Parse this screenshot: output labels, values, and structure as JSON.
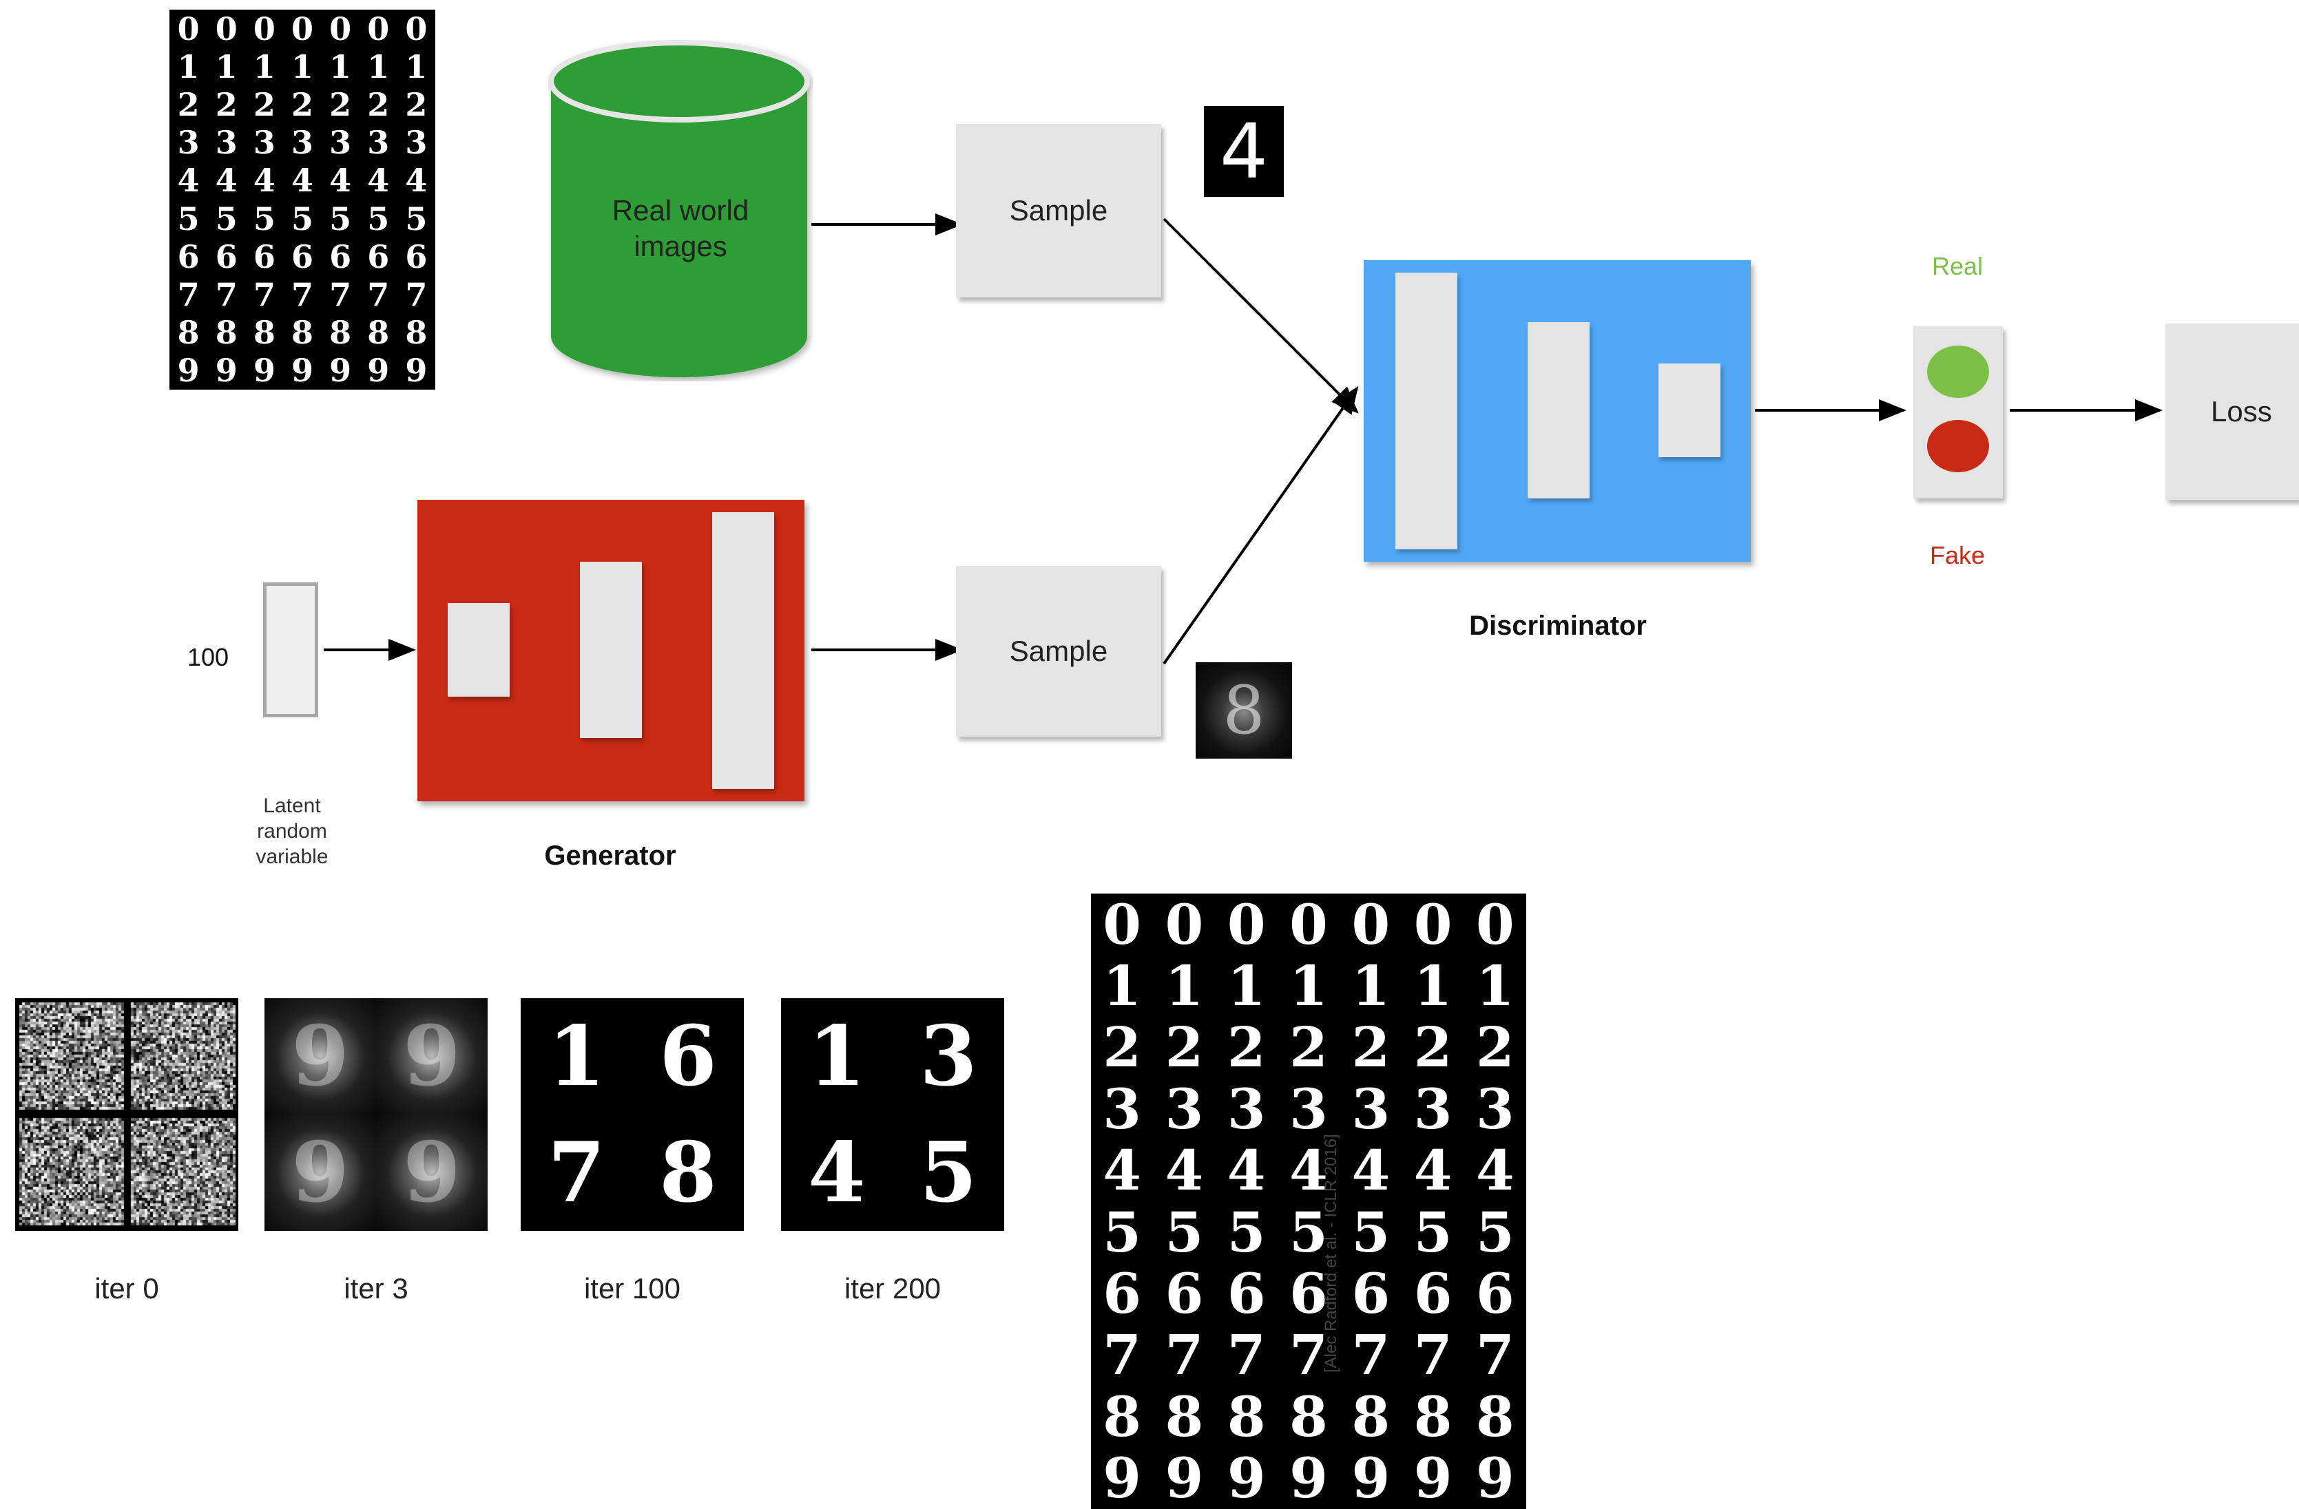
{
  "colors": {
    "database": "#2e9d36",
    "generator": "#c92a13",
    "discriminator": "#4fa7f6",
    "box": "#e4e4e4",
    "real": "#7cc146",
    "fake": "#c92a13"
  },
  "database_label": "Real world images",
  "sample_top_label": "Sample",
  "sample_bottom_label": "Sample",
  "latent_dim": "100",
  "latent_caption": "Latent random variable",
  "generator_title": "Generator",
  "discriminator_title": "Discriminator",
  "real_label": "Real",
  "fake_label": "Fake",
  "loss_label": "Loss",
  "real_sample_digit": "4",
  "fake_sample_digit": "8",
  "digit_rows": [
    "0000000",
    "1111111",
    "2222222",
    "3333333",
    "4444444",
    "5555555",
    "6666666",
    "7777777",
    "8888888",
    "9999999"
  ],
  "iterations": [
    {
      "label": "iter 0",
      "digits": [
        "",
        "",
        "",
        ""
      ]
    },
    {
      "label": "iter 3",
      "digits": [
        "9",
        "9",
        "9",
        "9"
      ]
    },
    {
      "label": "iter 100",
      "digits": [
        "1",
        "6",
        "7",
        "8"
      ]
    },
    {
      "label": "iter 200",
      "digits": [
        "1",
        "3",
        "4",
        "5"
      ]
    }
  ],
  "citation": "[Alec Radford et al. - ICLR 2016]"
}
